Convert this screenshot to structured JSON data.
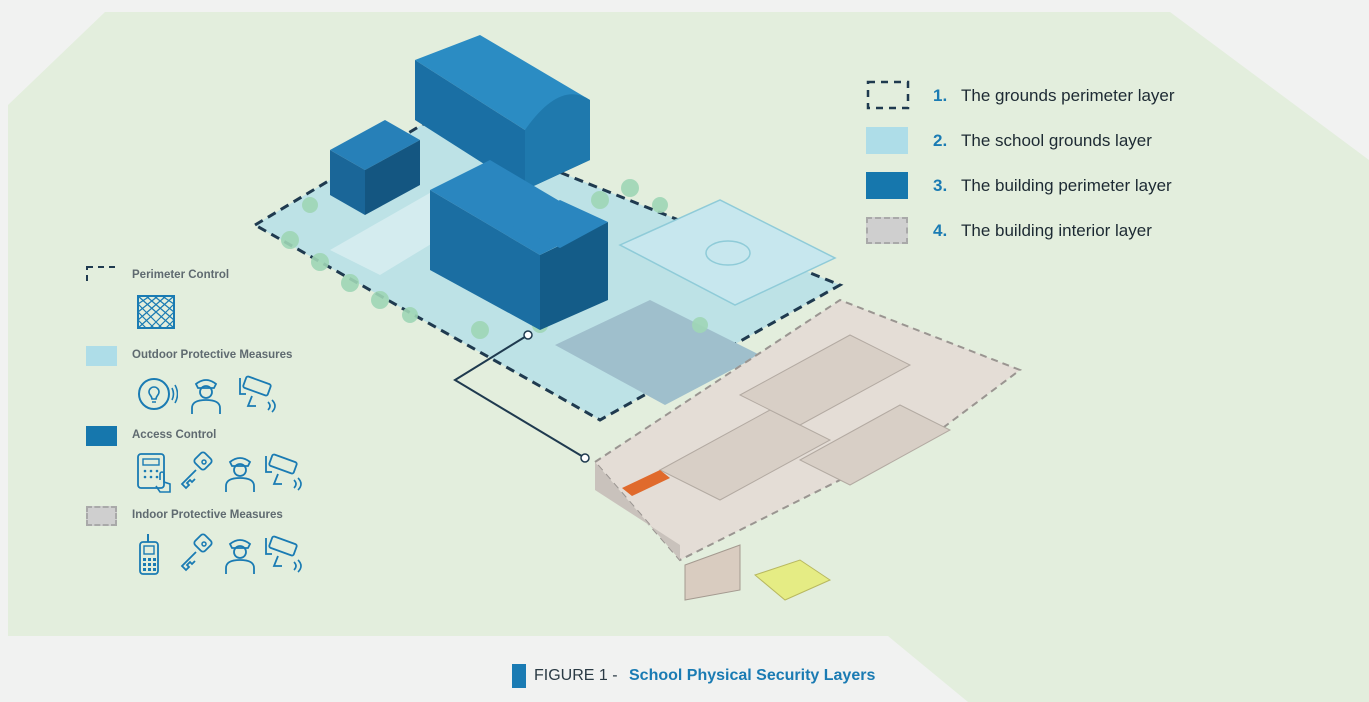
{
  "figure": {
    "caption_prefix": "FIGURE 1 - ",
    "caption_title": "School Physical Security Layers"
  },
  "layers_legend": [
    {
      "number": "1.",
      "label": "The grounds perimeter layer",
      "swatch": "dashed-outline"
    },
    {
      "number": "2.",
      "label": "The school grounds layer",
      "swatch": "light-blue"
    },
    {
      "number": "3.",
      "label": "The building perimeter layer",
      "swatch": "dark-blue"
    },
    {
      "number": "4.",
      "label": "The building interior layer",
      "swatch": "gray-dashed"
    }
  ],
  "measures_legend": [
    {
      "label": "Perimeter Control",
      "swatch": "dashed-outline",
      "icons": [
        "fence-gate-icon"
      ]
    },
    {
      "label": "Outdoor Protective Measures",
      "swatch": "light-blue",
      "icons": [
        "lighting-icon",
        "security-officer-icon",
        "surveillance-camera-icon"
      ]
    },
    {
      "label": "Access Control",
      "swatch": "dark-blue",
      "icons": [
        "keypad-icon",
        "key-icon",
        "security-officer-icon",
        "surveillance-camera-icon"
      ]
    },
    {
      "label": "Indoor Protective Measures",
      "swatch": "gray-dashed",
      "icons": [
        "radio-icon",
        "key-icon",
        "security-officer-icon",
        "surveillance-camera-icon"
      ]
    }
  ],
  "colors": {
    "background_green": "#e3eedd",
    "grounds_light_blue": "#aedde8",
    "building_blue": "#1677ad",
    "interior_gray": "#cfcfcf",
    "accent_blue": "#1a7bb3",
    "dashed_navy": "#1f3a4f"
  }
}
